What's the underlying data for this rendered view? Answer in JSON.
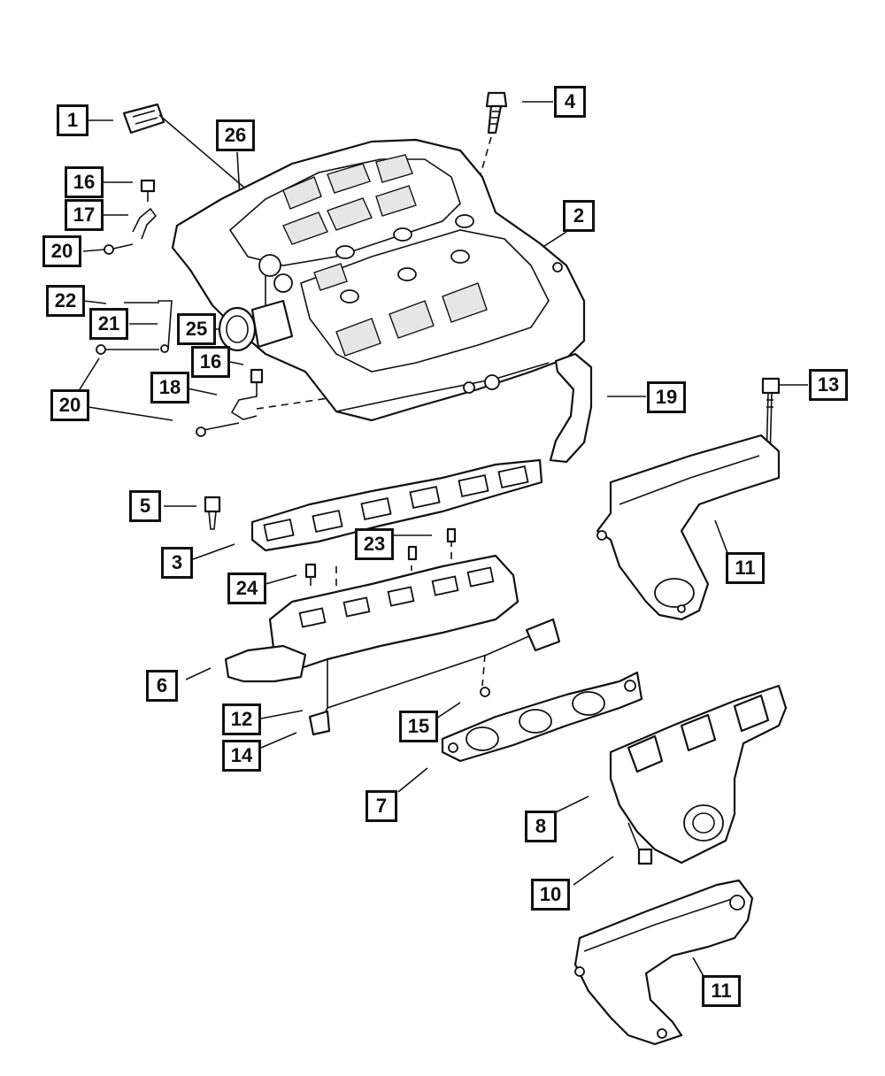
{
  "diagram": {
    "callouts": {
      "c1": "1",
      "c2": "2",
      "c3": "3",
      "c4": "4",
      "c5": "5",
      "c6": "6",
      "c7": "7",
      "c8": "8",
      "c10": "10",
      "c11a": "11",
      "c11b": "11",
      "c12": "12",
      "c13": "13",
      "c14": "14",
      "c15": "15",
      "c16a": "16",
      "c16b": "16",
      "c17": "17",
      "c18": "18",
      "c19": "19",
      "c20a": "20",
      "c20b": "20",
      "c21": "21",
      "c22": "22",
      "c23": "23",
      "c24": "24",
      "c25": "25",
      "c26": "26"
    }
  }
}
